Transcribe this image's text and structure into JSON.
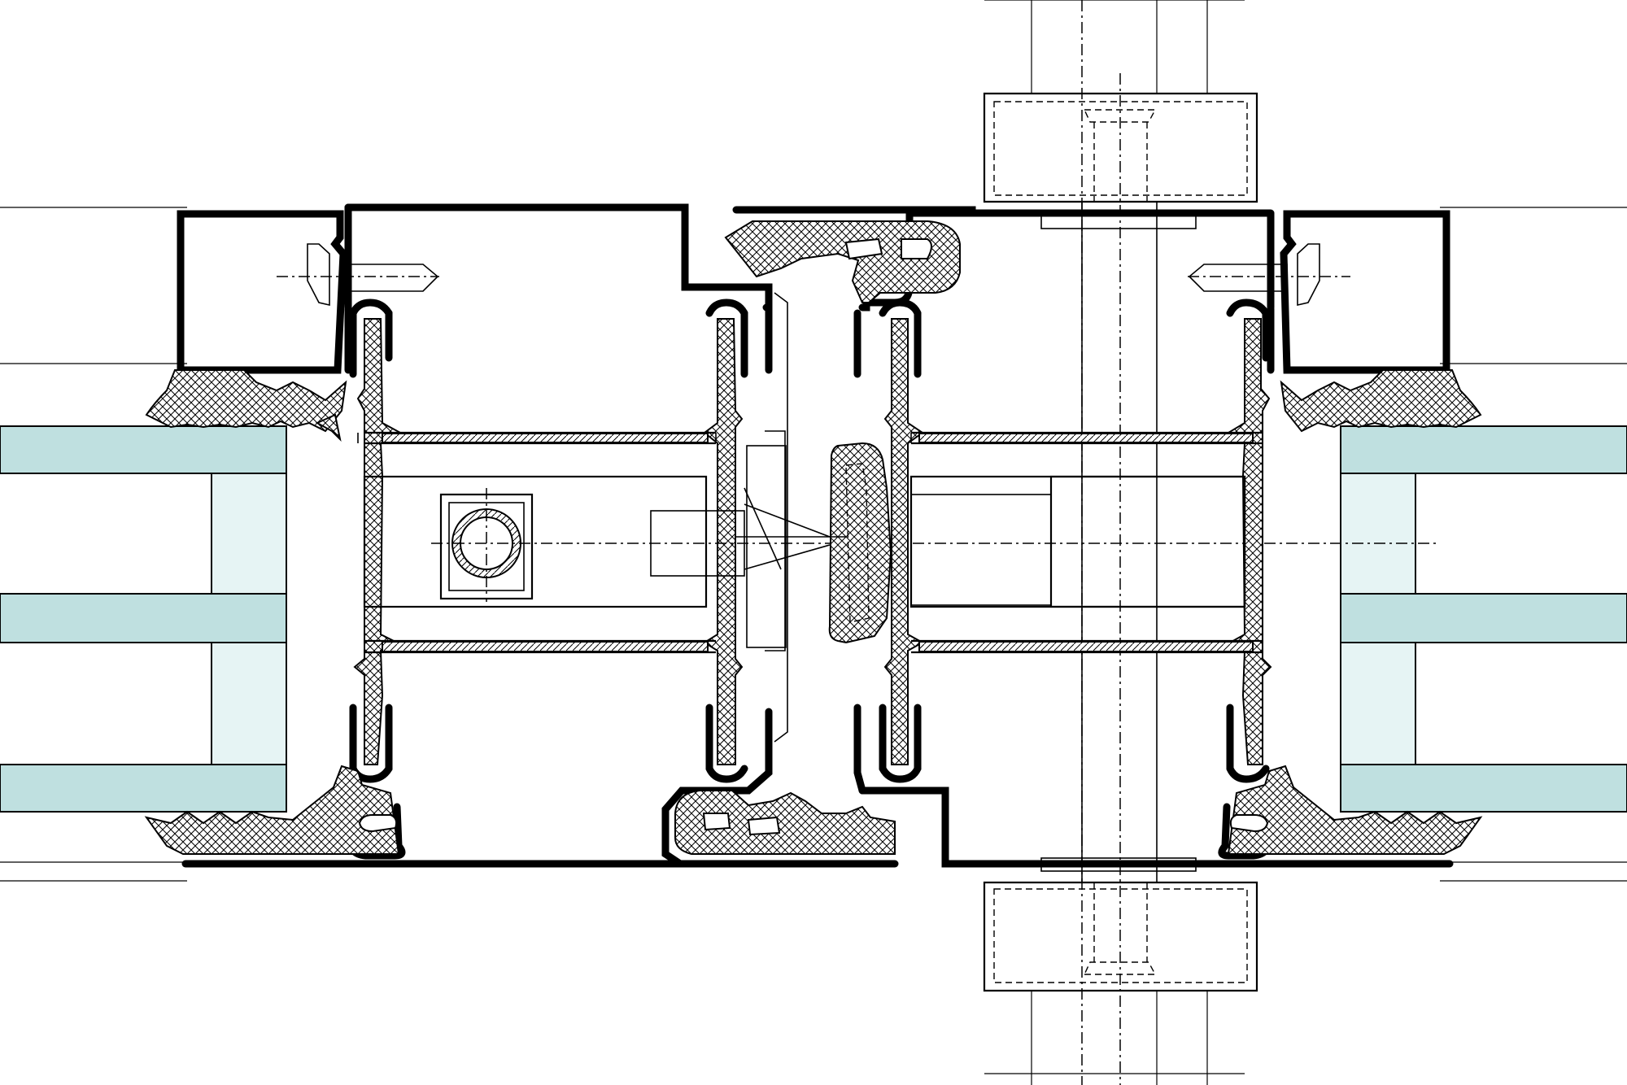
{
  "drawing": {
    "description_visible_text": "",
    "colors": {
      "glass": "#bfe0e0",
      "glass_interlayer": "#e6f4f4",
      "line": "#000000",
      "background": "#ffffff"
    },
    "components": [
      "glazing-left",
      "glazing-right",
      "mullion-profile-left",
      "mullion-profile-right",
      "glazing-bead-left",
      "glazing-bead-right",
      "gasket-seals",
      "thermal-break-bars",
      "connecting-bolt",
      "wall-anchor-bracket"
    ]
  }
}
